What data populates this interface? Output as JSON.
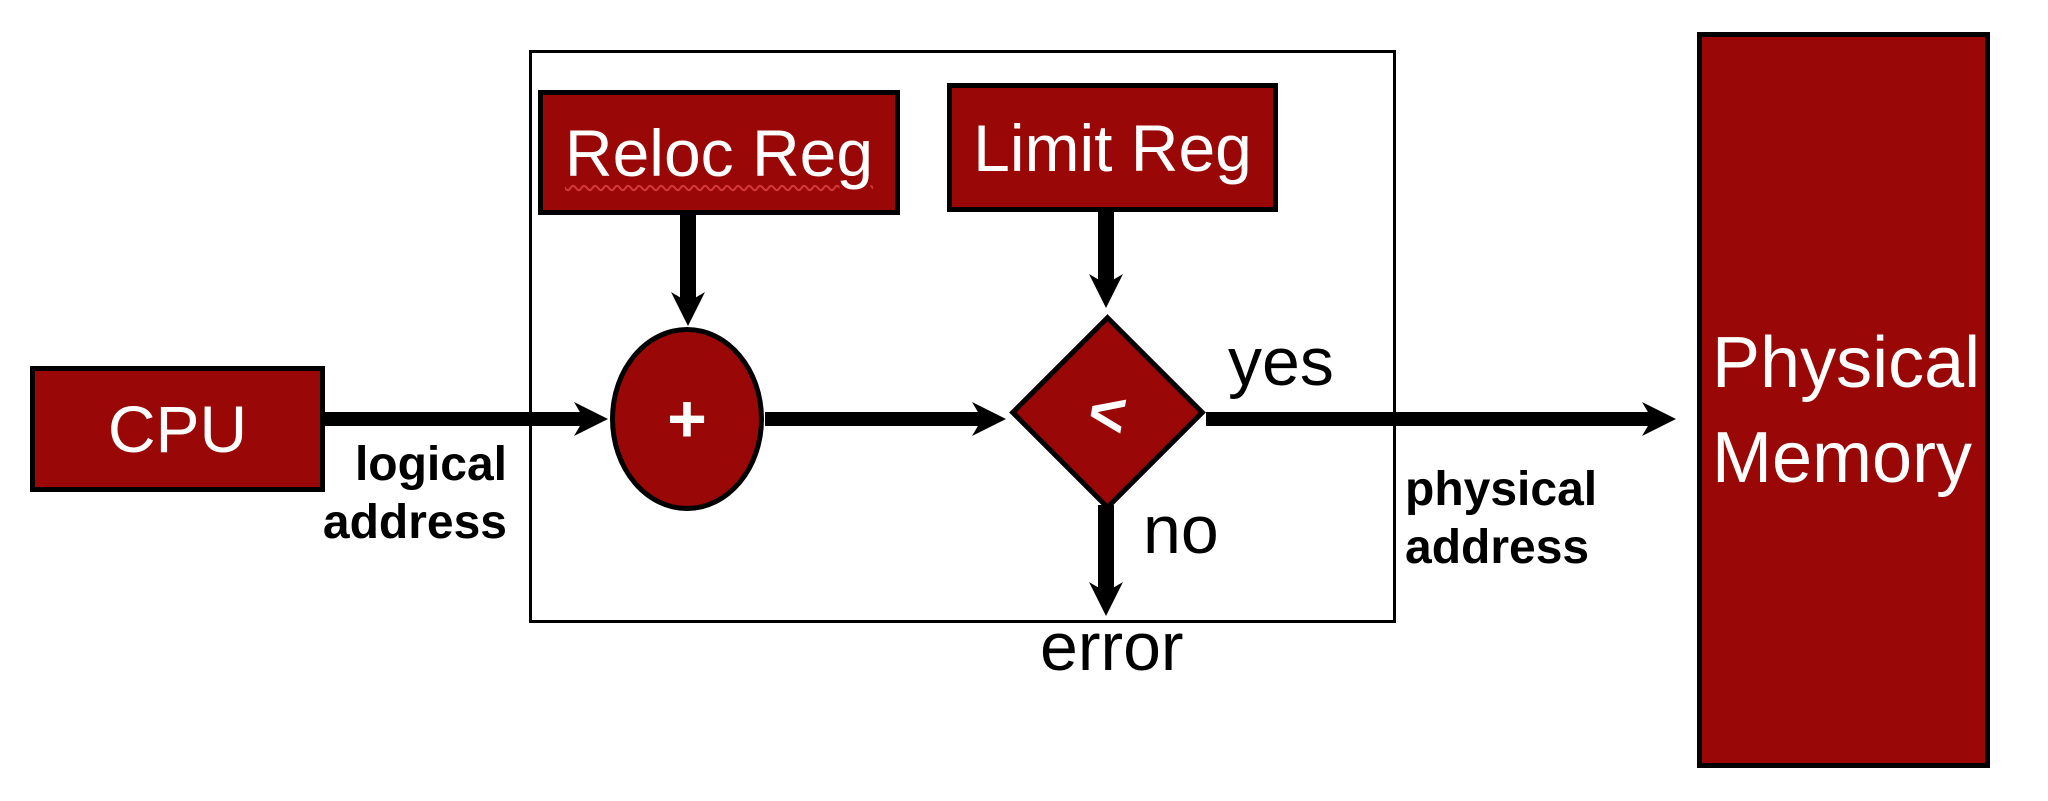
{
  "diagram": {
    "cpu": {
      "label": "CPU"
    },
    "mmu": {
      "reloc_reg_label": "Reloc Reg",
      "limit_reg_label": "Limit Reg",
      "adder_symbol": "+",
      "comparator_symbol": "<",
      "branch_yes": "yes",
      "branch_no": "no",
      "error_label": "error"
    },
    "flow_labels": {
      "logical_address": {
        "line1": "logical",
        "line2": "address"
      },
      "physical_address": {
        "line1": "physical",
        "line2": "address"
      }
    },
    "physical_memory": {
      "line1": "Physical",
      "line2": "Memory"
    },
    "colors": {
      "box_fill": "#9a0707",
      "box_border": "#000000",
      "box_text": "#ffffff",
      "arrow": "#000000",
      "label_text": "#000000",
      "background": "#ffffff"
    }
  }
}
